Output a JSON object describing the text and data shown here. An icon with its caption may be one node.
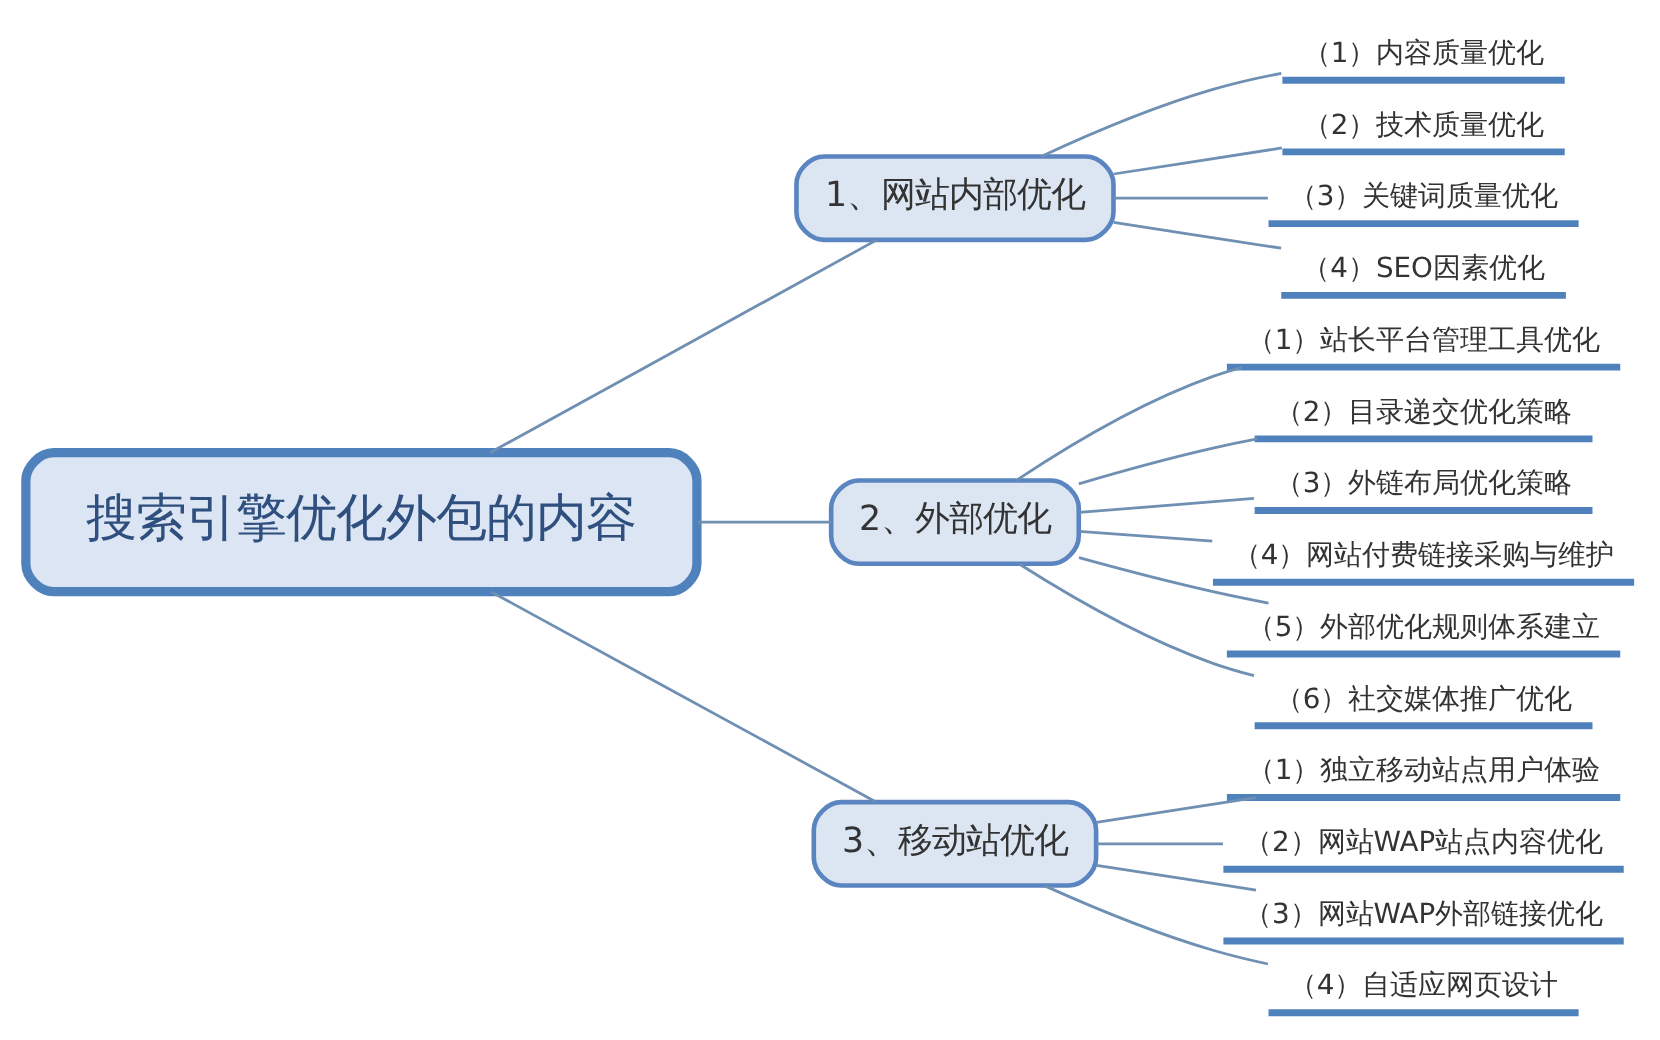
{
  "diagram": {
    "nodes": [
      {
        "text": [
          "搜索引擎优化外包的内容"
        ]
      },
      {
        "text": [
          "1、网站内部优化"
        ]
      },
      {
        "text": [
          "（1）内容质量优化"
        ]
      },
      {
        "text": [
          "（2）技术质量优化"
        ]
      },
      {
        "text": [
          "（3）关键词质量优化"
        ]
      },
      {
        "text": [
          "（4）SEO因素优化"
        ]
      },
      {
        "text": [
          "2、外部优化"
        ]
      },
      {
        "text": [
          "（1）站长平台管理工具优化"
        ]
      },
      {
        "text": [
          "（2）目录递交优化策略"
        ]
      },
      {
        "text": [
          "（3）外链布局优化策略"
        ]
      },
      {
        "text": [
          "（4）网站付费链接采购与维护"
        ]
      },
      {
        "text": [
          "（5）外部优化规则体系建立"
        ]
      },
      {
        "text": [
          "（6）社交媒体推广优化"
        ]
      },
      {
        "text": [
          "3、移动站优化"
        ]
      },
      {
        "text": [
          "（1）独立移动站点用户体验"
        ]
      },
      {
        "text": [
          "（2）网站WAP站点内容优化"
        ]
      },
      {
        "text": [
          "（3）网站WAP外部链接优化"
        ]
      },
      {
        "text": [
          "（4）自适应网页设计"
        ]
      }
    ],
    "edges": [
      {
        "from": 0,
        "to": 1,
        "arrow": "none"
      },
      {
        "from": 0,
        "to": 6,
        "arrow": "none"
      },
      {
        "from": 0,
        "to": 13,
        "arrow": "none"
      },
      {
        "from": 1,
        "to": 2,
        "arrow": "none"
      },
      {
        "from": 1,
        "to": 3,
        "arrow": "none"
      },
      {
        "from": 1,
        "to": 4,
        "arrow": "none"
      },
      {
        "from": 1,
        "to": 5,
        "arrow": "none"
      },
      {
        "from": 6,
        "to": 7,
        "arrow": "none"
      },
      {
        "from": 6,
        "to": 8,
        "arrow": "none"
      },
      {
        "from": 6,
        "to": 9,
        "arrow": "none"
      },
      {
        "from": 6,
        "to": 10,
        "arrow": "none"
      },
      {
        "from": 6,
        "to": 11,
        "arrow": "none"
      },
      {
        "from": 6,
        "to": 12,
        "arrow": "none"
      },
      {
        "from": 13,
        "to": 14,
        "arrow": "none"
      },
      {
        "from": 13,
        "to": 15,
        "arrow": "none"
      },
      {
        "from": 13,
        "to": 16,
        "arrow": "none"
      },
      {
        "from": 13,
        "to": 17,
        "arrow": "none"
      }
    ]
  }
}
